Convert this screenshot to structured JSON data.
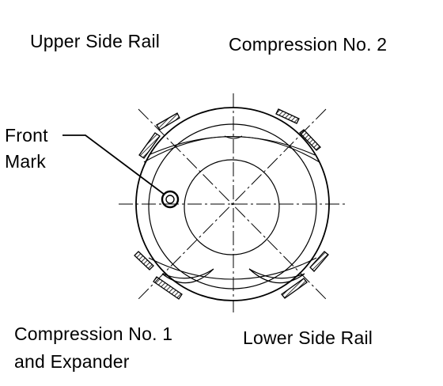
{
  "labels": {
    "upper_side_rail": "Upper Side Rail",
    "compression_no_2": "Compression No. 2",
    "front": "Front",
    "mark": "Mark",
    "compression_no_1": "Compression No. 1",
    "and_expander": "and Expander",
    "lower_side_rail": "Lower Side Rail"
  },
  "colors": {
    "ink": "#000000",
    "background": "#ffffff"
  }
}
